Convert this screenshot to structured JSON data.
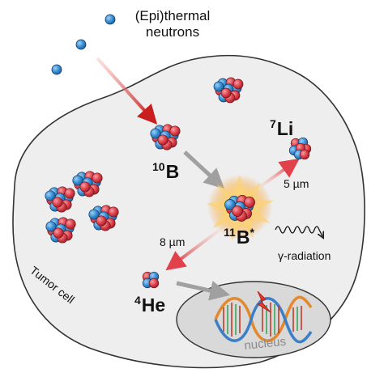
{
  "title": {
    "line1": "(Epi)thermal",
    "line2": "neutrons"
  },
  "isotopes": {
    "boron10": {
      "mass": "10",
      "symbol": "B"
    },
    "boron11": {
      "mass": "11",
      "symbol": "B",
      "excited": "*"
    },
    "lithium7": {
      "mass": "7",
      "symbol": "Li"
    },
    "helium4": {
      "mass": "4",
      "symbol": "He"
    }
  },
  "distances": {
    "lithium": "5 µm",
    "helium": "8 µm"
  },
  "labels": {
    "gamma": "γ-radiation",
    "tumor_cell": "Tumor cell",
    "nucleus": "nucleus"
  },
  "colors": {
    "cell_fill": "#eeeeee",
    "nucleus_fill": "#d9d9d9",
    "neutron": "#3a8fd6",
    "proton": "#e0414b",
    "red_arrow": "#c81e1e",
    "grey_arrow": "#a0a0a0",
    "burst": "#f7a63a"
  }
}
